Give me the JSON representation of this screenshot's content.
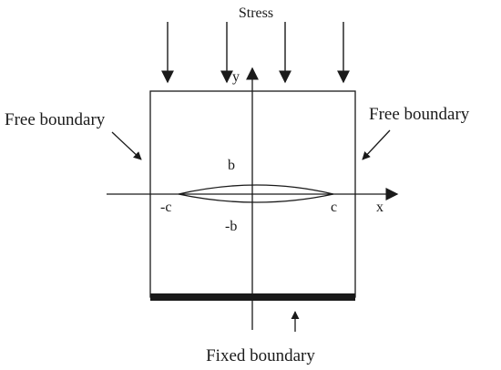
{
  "labels": {
    "stress": "Stress",
    "free_boundary_left": "Free boundary",
    "free_boundary_right": "Free boundary",
    "fixed_boundary": "Fixed boundary",
    "axis_x": "x",
    "axis_y": "y",
    "crack_top": "b",
    "crack_bottom": "-b",
    "crack_left": "-c",
    "crack_right": "c"
  },
  "colors": {
    "ink": "#1a1a1a",
    "background": "#ffffff"
  }
}
